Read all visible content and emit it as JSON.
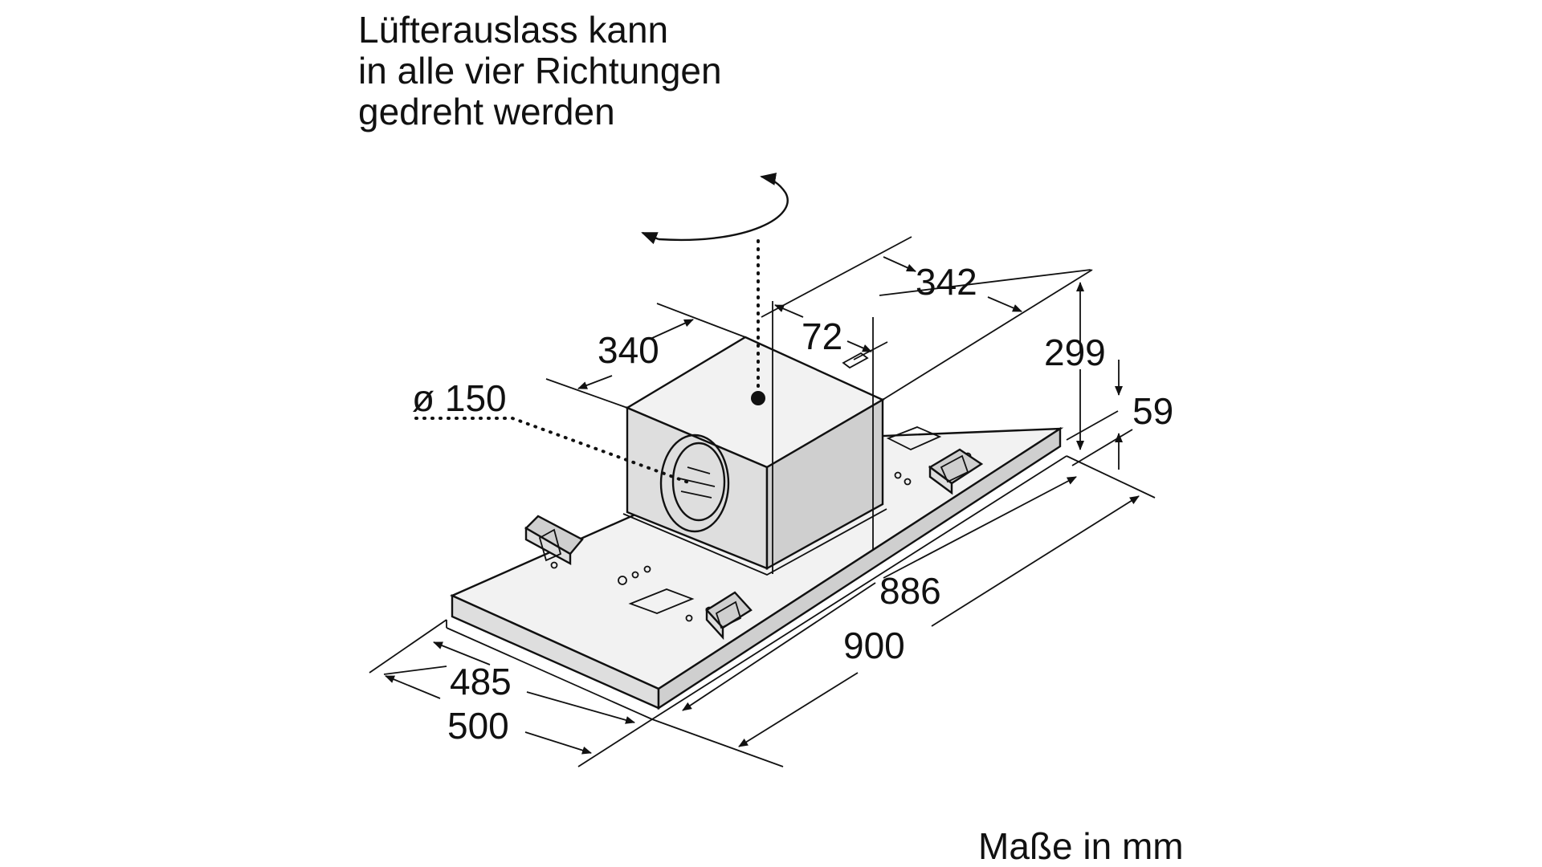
{
  "caption": {
    "line1": "Lüfterauslass kann",
    "line2": "in alle vier Richtungen",
    "line3": "gedreht werden"
  },
  "dimensions": {
    "d342": "342",
    "d72": "72",
    "d340": "340",
    "d299": "299",
    "d59": "59",
    "d150": "ø 150",
    "d886": "886",
    "d900": "900",
    "d485": "485",
    "d500": "500"
  },
  "units_note": "Maße in mm"
}
